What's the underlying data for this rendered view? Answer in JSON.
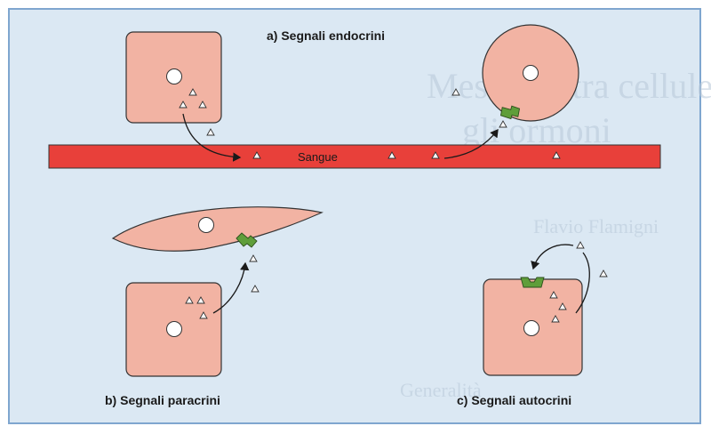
{
  "panels": {
    "endocrine_title": "a) Segnali endocrini",
    "paracrine_title": "b) Segnali paracrini",
    "autocrine_title": "c) Segnali autocrini"
  },
  "vessel": {
    "label": "Sangue"
  },
  "background_text": {
    "line1": "Messaggi tra cellule e tessuti:",
    "line2": "gli ormoni",
    "line3": "Flavio Flamigni",
    "line4": "Generalità"
  },
  "colors": {
    "panel_bg": "#dbe8f3",
    "panel_border": "#7fa6cf",
    "cell_fill": "#f2b3a3",
    "cell_stroke": "#333333",
    "vessel_fill": "#e8403a",
    "receptor_fill": "#5f9e3a",
    "nucleus_fill": "#ffffff"
  }
}
